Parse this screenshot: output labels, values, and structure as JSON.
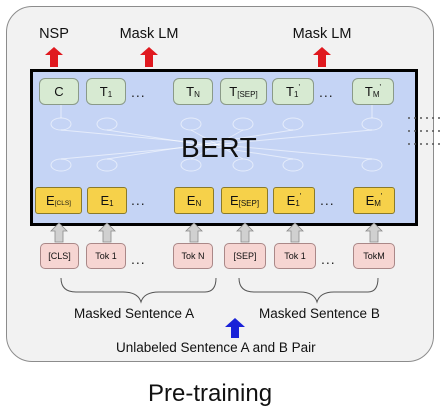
{
  "diagram": {
    "labels": {
      "nsp": "NSP",
      "mask_lm_1": "Mask LM",
      "mask_lm_2": "Mask LM",
      "bert": "BERT",
      "sentence_a": "Masked Sentence A",
      "sentence_b": "Masked Sentence B",
      "pair": "Unlabeled Sentence A and B Pair",
      "caption": "Pre-training"
    },
    "outputs": {
      "c": "C",
      "t1_main": "T",
      "t1_sub": "1",
      "dots_a": "...",
      "tn_main": "T",
      "tn_sub": "N",
      "tsep_main": "T",
      "tsep_sub": "[SEP]",
      "t1p_main": "T",
      "t1p_sub": "1",
      "t1p_sup": "'",
      "dots_b": "...",
      "tm_main": "T",
      "tm_sub": "M",
      "tm_sup": "'"
    },
    "embeddings": {
      "ecls_main": "E",
      "ecls_sub": "[CLS]",
      "e1_main": "E",
      "e1_sub": "1",
      "dots_a": "...",
      "en_main": "E",
      "en_sub": "N",
      "esep_main": "E",
      "esep_sub": "[SEP]",
      "e1p_main": "E",
      "e1p_sub": "1",
      "e1p_sup": "'",
      "dots_b": "...",
      "em_main": "E",
      "em_sub": "M",
      "em_sup": "'"
    },
    "tokens": {
      "cls": "[CLS]",
      "tok1": "Tok 1",
      "dots_a": "...",
      "tokn": "Tok N",
      "sep": "[SEP]",
      "tok1b": "Tok 1",
      "dots_b": "...",
      "tokm": "TokM"
    },
    "colors": {
      "output_fill": "#d7ead2",
      "embedding_fill": "#f6d14a",
      "token_fill": "#f6d5d2",
      "bert_fill": "#c5d4f5",
      "top_arrow": "#e0191f",
      "bottom_arrow": "#1a22d8"
    }
  }
}
